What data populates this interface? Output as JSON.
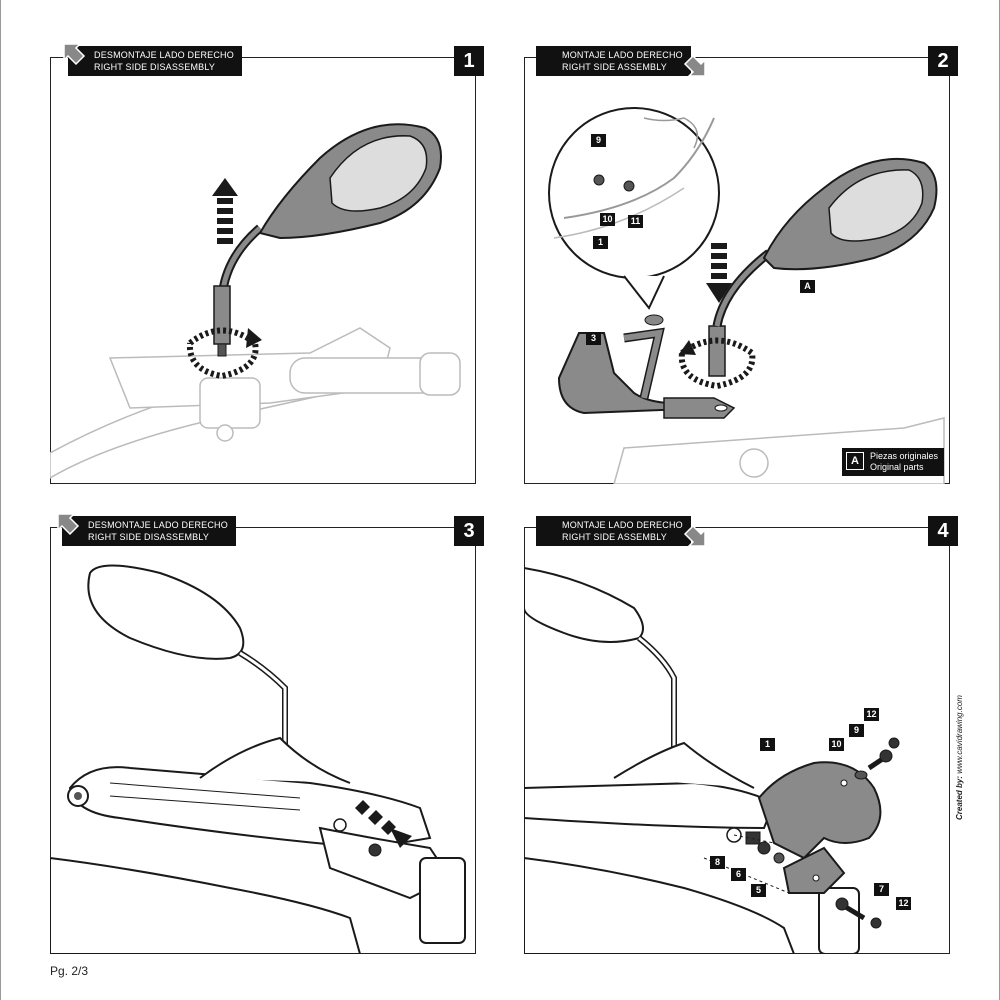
{
  "panels": [
    {
      "step": "1",
      "header_line1": "DESMONTAJE LADO DERECHO",
      "header_line2": "RIGHT SIDE DISASSEMBLY"
    },
    {
      "step": "2",
      "header_line1": "MONTAJE LADO DERECHO",
      "header_line2": "RIGHT SIDE ASSEMBLY",
      "callouts": [
        "9",
        "10",
        "11",
        "1",
        "3",
        "A"
      ],
      "legend": {
        "key": "A",
        "line1": "Piezas originales",
        "line2": "Original parts"
      }
    },
    {
      "step": "3",
      "header_line1": "DESMONTAJE LADO DERECHO",
      "header_line2": "RIGHT SIDE DISASSEMBLY"
    },
    {
      "step": "4",
      "header_line1": "MONTAJE LADO DERECHO",
      "header_line2": "RIGHT SIDE ASSEMBLY",
      "callouts": [
        "1",
        "10",
        "9",
        "12",
        "8",
        "6",
        "5",
        "7",
        "12"
      ]
    }
  ],
  "footer": {
    "page": "Pg. 2/3",
    "credit_prefix": "Created by:",
    "credit_site": "www.cavidrawing.com"
  },
  "colors": {
    "header_bg": "#111111",
    "part_fill": "#8a8a8a",
    "line": "#1a1a1a"
  },
  "icons": [
    "disassembly-arrow-icon",
    "assembly-arrow-icon"
  ]
}
